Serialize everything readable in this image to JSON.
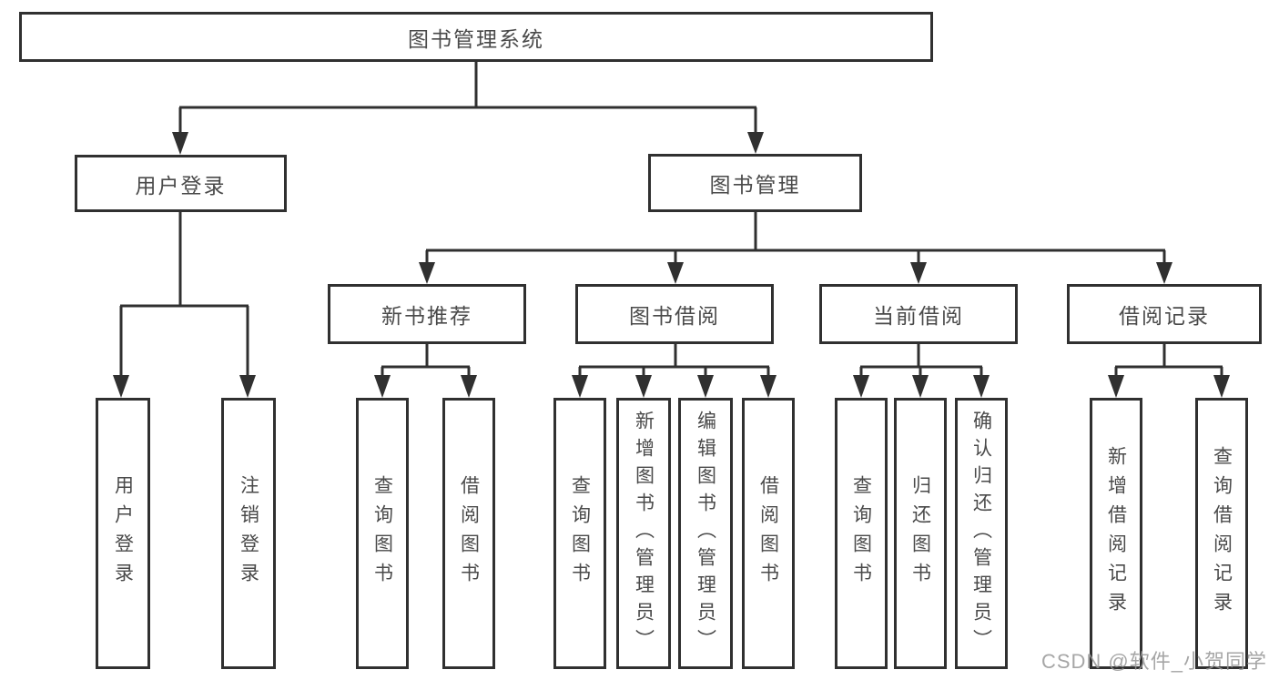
{
  "diagram": {
    "title_node": "图书管理系统",
    "nodes": {
      "root": "图书管理系统",
      "user_login_group": "用户登录",
      "book_mgmt_group": "图书管理",
      "new_book_rec": "新书推荐",
      "book_borrow": "图书借阅",
      "current_borrow": "当前借阅",
      "borrow_records": "借阅记录",
      "leaf_user_login": "用户登录",
      "leaf_logout": "注销登录",
      "leaf_nbr_query_books": "查询图书",
      "leaf_nbr_borrow_books": "借阅图书",
      "leaf_bb_query_books": "查询图书",
      "leaf_bb_add_books": "新增图书（管理员）",
      "leaf_bb_edit_books": "编辑图书（管理员）",
      "leaf_bb_borrow_books": "借阅图书",
      "leaf_cb_query_books": "查询图书",
      "leaf_cb_return_books": "归还图书",
      "leaf_cb_confirm_return": "确认归还（管理员）",
      "leaf_br_add_record": "新增借阅记录",
      "leaf_br_query_record": "查询借阅记录"
    },
    "colors": {
      "line": "#303030",
      "box_border": "#303030",
      "text": "#4a4a4a",
      "background": "#ffffff",
      "watermark": "#969696"
    }
  },
  "watermark": {
    "text": "CSDN @软件_小贺同学"
  }
}
